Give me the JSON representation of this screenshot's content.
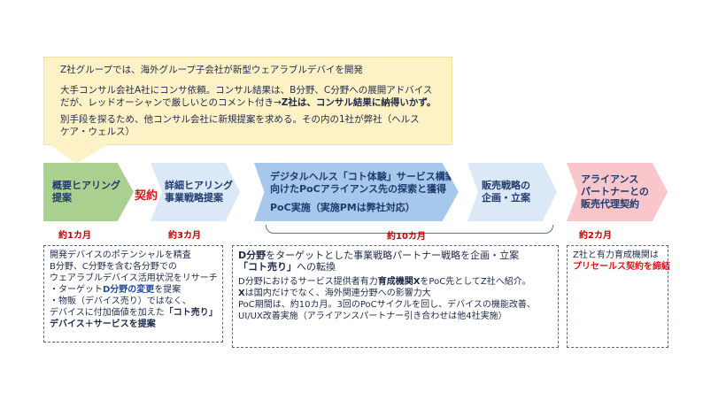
{
  "callout": {
    "line1": "Z社グループでは、海外グループ子会社が新型ウェアラブルデバイを開発",
    "line2": "大手コンサル会社A社にコンサ依頼。コンサル結果は、B分野、C分野への展開アドバイス",
    "line3_plain": "だが、レッドオーシャンで厳しいとのコメント付き→",
    "line3_bold": "Z社は、コンサル結果に納得いかず。",
    "line4": "別手段を探るため、他コンサル会社に新規提案を求める。その内の1社が弊社（ヘルス",
    "line5": "ケア・ウェルス）"
  },
  "phases": [
    {
      "line1": "概要ヒアリング",
      "line2": "提案"
    },
    {
      "line1": "詳細ヒアリング",
      "line2": "事業戦略提案"
    },
    {
      "line1": "デジタルヘルス「コト体験」サービス構築に",
      "line2": "向けたPoCアライアンス先の探索と獲得",
      "sub": "PoC実施（実施PMは弊社対応）"
    },
    {
      "line1": "販売戦略の",
      "line2": "企画・立案"
    },
    {
      "line1": "アライアンス",
      "line2": "パートナーとの",
      "line3": "販売代理契約"
    }
  ],
  "contract_label": "契約",
  "durations": {
    "d1": "約1カ月",
    "d2": "約3カ月",
    "d3": "約10カ月",
    "d4": "約2カ月"
  },
  "box1": {
    "l1": "開発デバイスのポテンシャルを精査",
    "l2": "B分野、C分野を含む各分野での",
    "l3": "ウェアラブルデバイス活用状況をリサーチ",
    "l4a": "・ターゲット",
    "l4b": "D分野の変更",
    "l4c": "を提案",
    "l5": "・物販（デバイス売り）ではなく、",
    "l6a": "デバイスに付加価値を加えた",
    "l6b": "「コト売り」",
    "l7": "デバイス＋サービスを提案"
  },
  "box2": {
    "l1a": "D分野",
    "l1b": "をターゲットとした事業戦略パートナー戦略を企画・立案",
    "l2a": "「コト売り」",
    "l2b": "への転換",
    "l3a": "D分野におけるサービス提供者有力",
    "l3b": "育成機関X",
    "l3c": "をPoC先としてZ社へ紹介。",
    "l4a": "X",
    "l4b": "は国内だけでなく、海外関連分野への影響力大",
    "l5": "PoC期間は、約10カ月。3回のPoCサイクルを回し、デバイスの機能改善、",
    "l6": "UI/UX改善実施（アライアンスパートナー引き合わせは他4社実施）"
  },
  "box3": {
    "l1": "Z社と有力育成機関は",
    "l2": "プリセールス契約を締結"
  }
}
